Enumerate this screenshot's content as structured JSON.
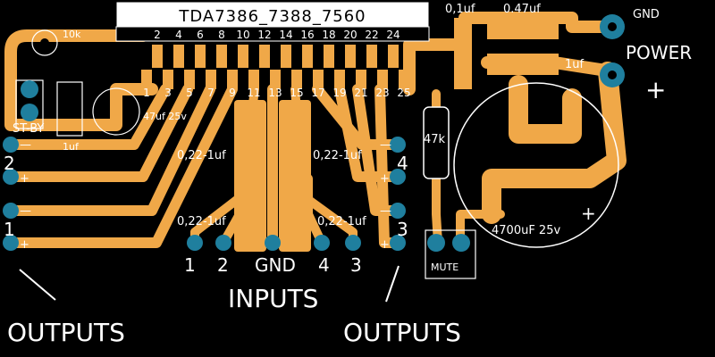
{
  "chip": {
    "label": "TDA7386_7388_7560",
    "pins_top": [
      "2",
      "4",
      "6",
      "8",
      "10",
      "12",
      "14",
      "16",
      "18",
      "20",
      "22",
      "24"
    ],
    "pins_bottom": [
      "1",
      "3",
      "5",
      "7",
      "9",
      "11",
      "13",
      "15",
      "17",
      "19",
      "21",
      "23",
      "25"
    ]
  },
  "components": {
    "trimmer": "10k",
    "c_47uf": "47uf 25v",
    "c_1uf_left": "1uf",
    "c_01uf": "0,1uf",
    "c_047uf": "0.47uf",
    "c_1uf_right": "1uf",
    "resistor": "47k",
    "c_input_1": "0,22-1uf",
    "c_input_2": "0,22-1uf",
    "c_input_3": "0,22-1uf",
    "c_input_4": "0,22-1uf",
    "c_4700uf": "4700uF 25v"
  },
  "labels": {
    "gnd_top": "GND",
    "power": "POWER",
    "power_plus": "+",
    "standby": "ST-BY",
    "mute": "MUTE",
    "inputs": "INPUTS",
    "outputs_left": "OUTPUTS",
    "outputs_right": "OUTPUTS",
    "cap_plus": "+",
    "out2": "2",
    "out1": "1",
    "out4": "4",
    "out3": "3",
    "minus_2": "—",
    "plus_2": "+",
    "minus_1": "—",
    "plus_1": "+",
    "minus_4": "—",
    "plus_4": "+",
    "minus_3": "—",
    "plus_3": "+",
    "in_1": "1",
    "in_2": "2",
    "in_gnd": "GND",
    "in_4": "4",
    "in_3": "3"
  },
  "colors": {
    "background": "#000000",
    "copper": "#f0a848",
    "via": "#1f7f9e",
    "silkscreen": "#ffffff"
  }
}
